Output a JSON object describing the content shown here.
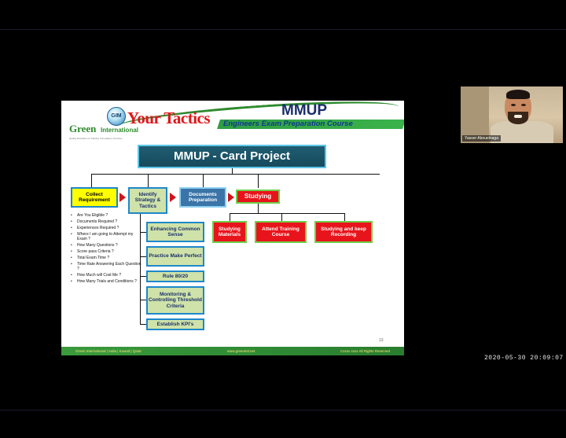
{
  "slide": {
    "brand": {
      "logo_text": "GIM",
      "green": "Green",
      "intl": "International",
      "tagline": "Quality Education & Training Consultancy Services"
    },
    "your_tactics": "Your Tactics",
    "mmup": "MMUP",
    "course": "Engineers Exam Preparation Course",
    "card_title": "MMUP - Card Project",
    "flow": {
      "collect": "Collect Requirement",
      "identify": "Identify Strategy & Tactics",
      "documents": "Documents Preparation",
      "studying": "Studying"
    },
    "tactics": [
      "Enhancing Common Sense",
      "Practice Make Perfect",
      "Rule 80/20",
      "Monitoring & Controlling Threshold Criteria",
      "Establish KPI's"
    ],
    "studying_items": [
      "Studying Materials",
      "Attend Training Course",
      "Studying and keep Recording"
    ],
    "bullets": [
      "Are You Eligible ?",
      "Documents Required ?",
      "Experiences Required ?",
      "Where I am going to Attempt my Exam ?",
      "How Many Questions ?",
      "Score pass Criteria ?",
      "Total Exam Time ?",
      "Time Rate Answering Each Question ?",
      "How Much will Cost Me ?",
      "How Many Trials and Conditions ?"
    ],
    "page_number": "13",
    "footer": {
      "left": "Green International | India | Kuwait | Qatar",
      "center": "www.greenintl.net",
      "right": "Cxxxx xxxx All Rights Reserved"
    }
  },
  "webcam": {
    "name": "Yasser Abouelnaga"
  },
  "timestamp": "2020-05-30 20:09:07",
  "colors": {
    "red": "#e8141b",
    "yellow": "#ffff00",
    "green_box": "#cfe2a9",
    "blue_box": "#3a74a8",
    "title_bg": "#1f5d72"
  }
}
